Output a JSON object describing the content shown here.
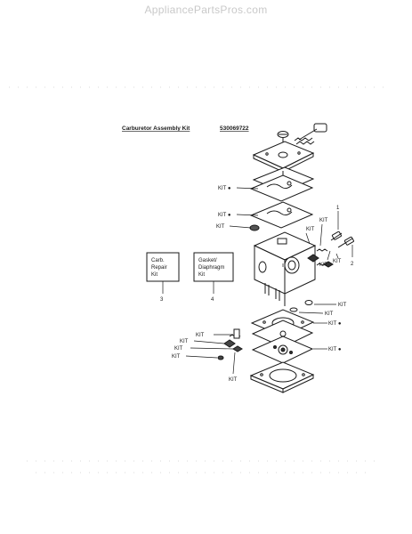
{
  "watermark": "AppliancePartsPros.com",
  "heading": {
    "title": "Carburetor Assembly Kit",
    "part_number": "530069722"
  },
  "callouts": {
    "kit": "KIT",
    "kit_dot": "KIT ●",
    "n1": "1",
    "n2": "2",
    "n3": "3",
    "n4": "4"
  },
  "kit_boxes": {
    "carb_repair": [
      "Carb.",
      "Repair",
      "Kit"
    ],
    "gasket_diaphragm": [
      "Gasket/",
      "Diaphragm",
      "Kit"
    ]
  },
  "colors": {
    "ink": "#1a1a1a",
    "paper": "#ffffff",
    "watermark": "#c9c9c9"
  }
}
